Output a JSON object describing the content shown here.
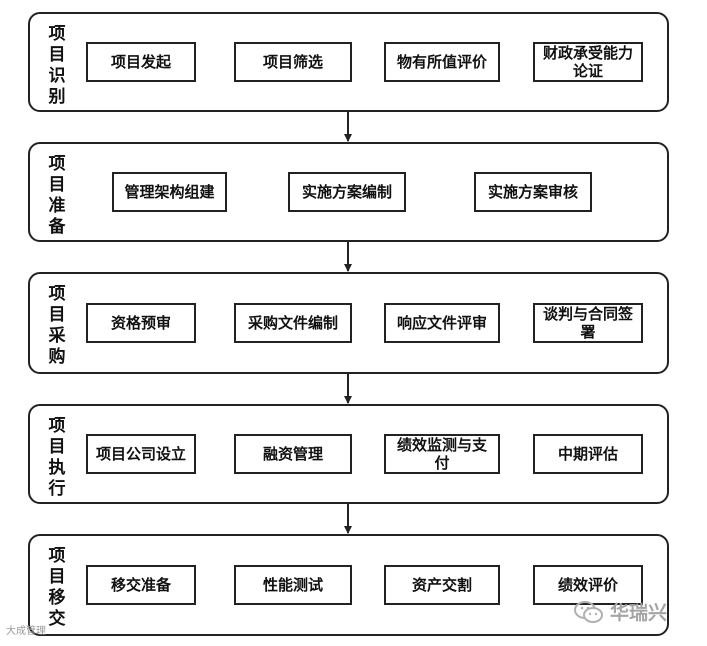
{
  "stages": [
    {
      "label": "项目识别",
      "steps": [
        "项目发起",
        "项目筛选",
        "物有所值评价",
        "财政承受能力论证"
      ]
    },
    {
      "label": "项目准备",
      "steps": [
        "管理架构组建",
        "实施方案编制",
        "实施方案审核"
      ]
    },
    {
      "label": "项目采购",
      "steps": [
        "资格预审",
        "采购文件编制",
        "响应文件评审",
        "谈判与合同签署"
      ]
    },
    {
      "label": "项目执行",
      "steps": [
        "项目公司设立",
        "融资管理",
        "绩效监测与支付",
        "中期评估"
      ]
    },
    {
      "label": "项目移交",
      "steps": [
        "移交准备",
        "性能测试",
        "资产交割",
        "绩效评价"
      ]
    }
  ],
  "watermark": {
    "left": "大成管理",
    "right": "华瑞兴"
  }
}
